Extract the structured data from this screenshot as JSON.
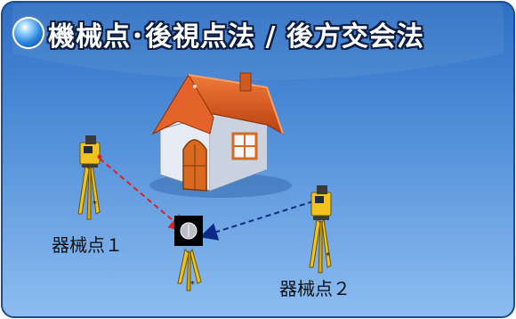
{
  "title": "機械点･後視点法 / 後方交会法",
  "instrument_labels": {
    "station1": "器械点１",
    "station2": "器械点２"
  },
  "icons": [
    "globe-bullet-icon",
    "house-icon",
    "total-station-icon",
    "target-prism-icon"
  ],
  "colors": {
    "background": "#4f8fd8",
    "title_text": "#ffffff",
    "title_outline": "#0c1e42",
    "sight_line_1": "#e0201c",
    "sight_line_2": "#0e2a88",
    "house_roof": "#d9521d",
    "tripod": "#f2c21e"
  }
}
